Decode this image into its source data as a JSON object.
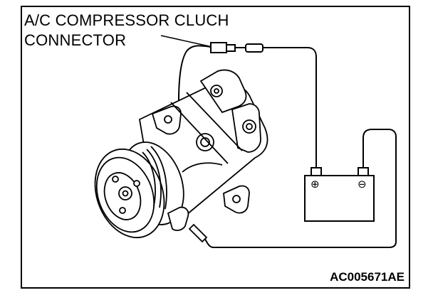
{
  "callout": {
    "line1": "A/C COMPRESSOR CLUCH",
    "line2": "CONNECTOR"
  },
  "battery": {
    "positive_symbol": "⊕",
    "negative_symbol": "⊖"
  },
  "figure_id": "AC005671AE"
}
